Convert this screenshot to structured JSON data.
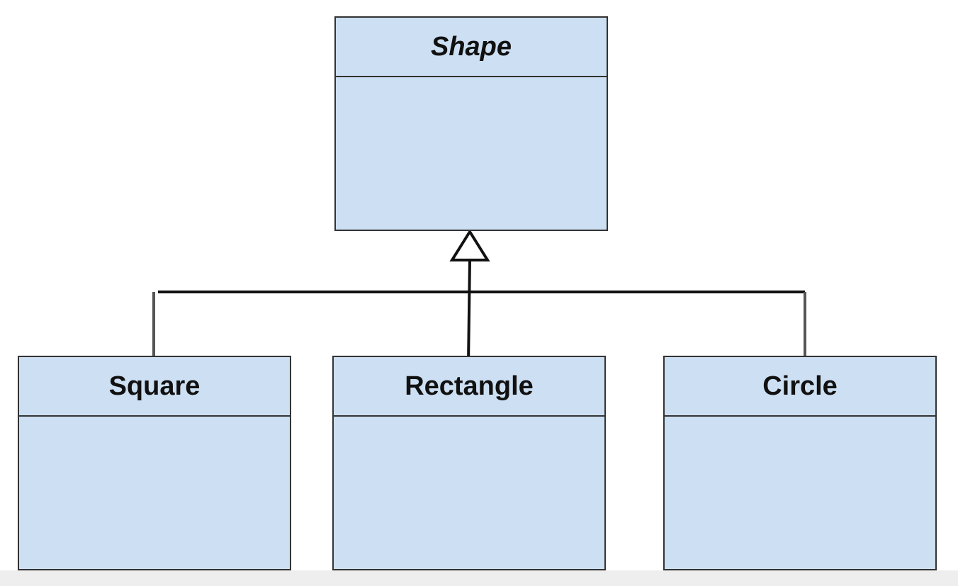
{
  "diagram": {
    "parent": {
      "name": "Shape",
      "abstract": true
    },
    "children": [
      {
        "name": "Square"
      },
      {
        "name": "Rectangle"
      },
      {
        "name": "Circle"
      }
    ],
    "relationship": "generalization",
    "colors": {
      "class_fill": "#cddff2",
      "class_border": "#333333",
      "connector": "#111111"
    }
  }
}
